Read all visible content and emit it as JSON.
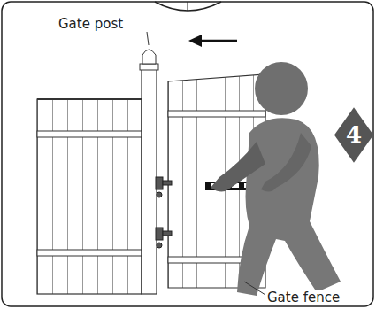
{
  "diagram": {
    "nodes": [
      {
        "text": [
          "4"
        ]
      }
    ],
    "labels": [
      "Gate post",
      "Gate fence"
    ]
  }
}
